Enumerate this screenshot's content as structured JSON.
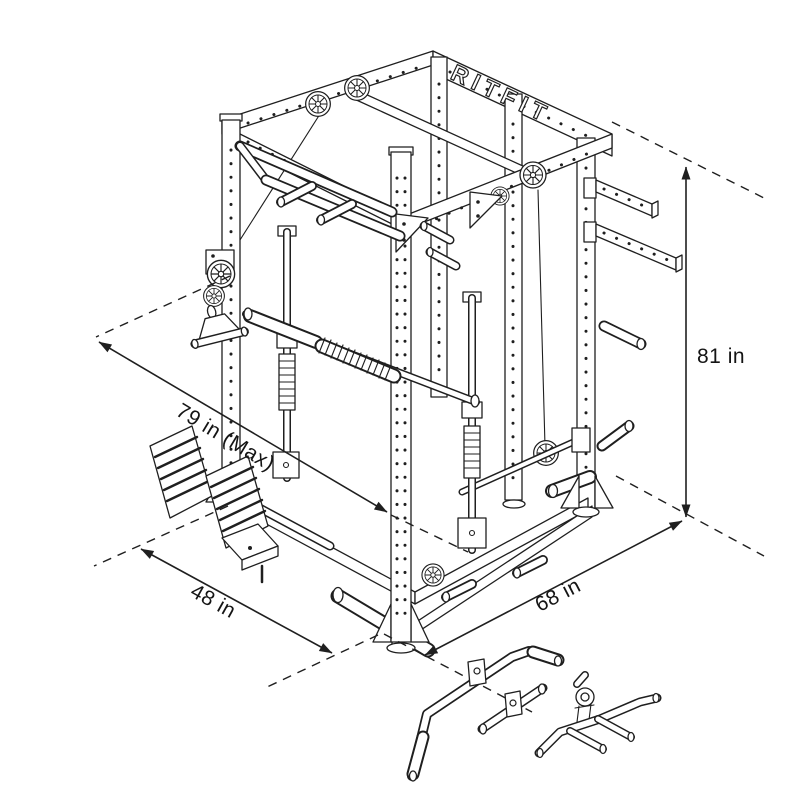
{
  "brand": {
    "logo": "RITFIT"
  },
  "dimensions": {
    "height": {
      "label": "81 in"
    },
    "cable_travel": {
      "label": "79 in (Max)"
    },
    "width": {
      "label": "48 in"
    },
    "depth": {
      "label": "68 in"
    }
  },
  "drawing": {
    "subject": "power cage smith machine line drawing",
    "ink_color": "#1f1f1f",
    "background_color": "#ffffff",
    "accessories": [
      "lat-pulldown-bar",
      "straight-rotating-bar",
      "multi-grip-row-handle"
    ]
  }
}
